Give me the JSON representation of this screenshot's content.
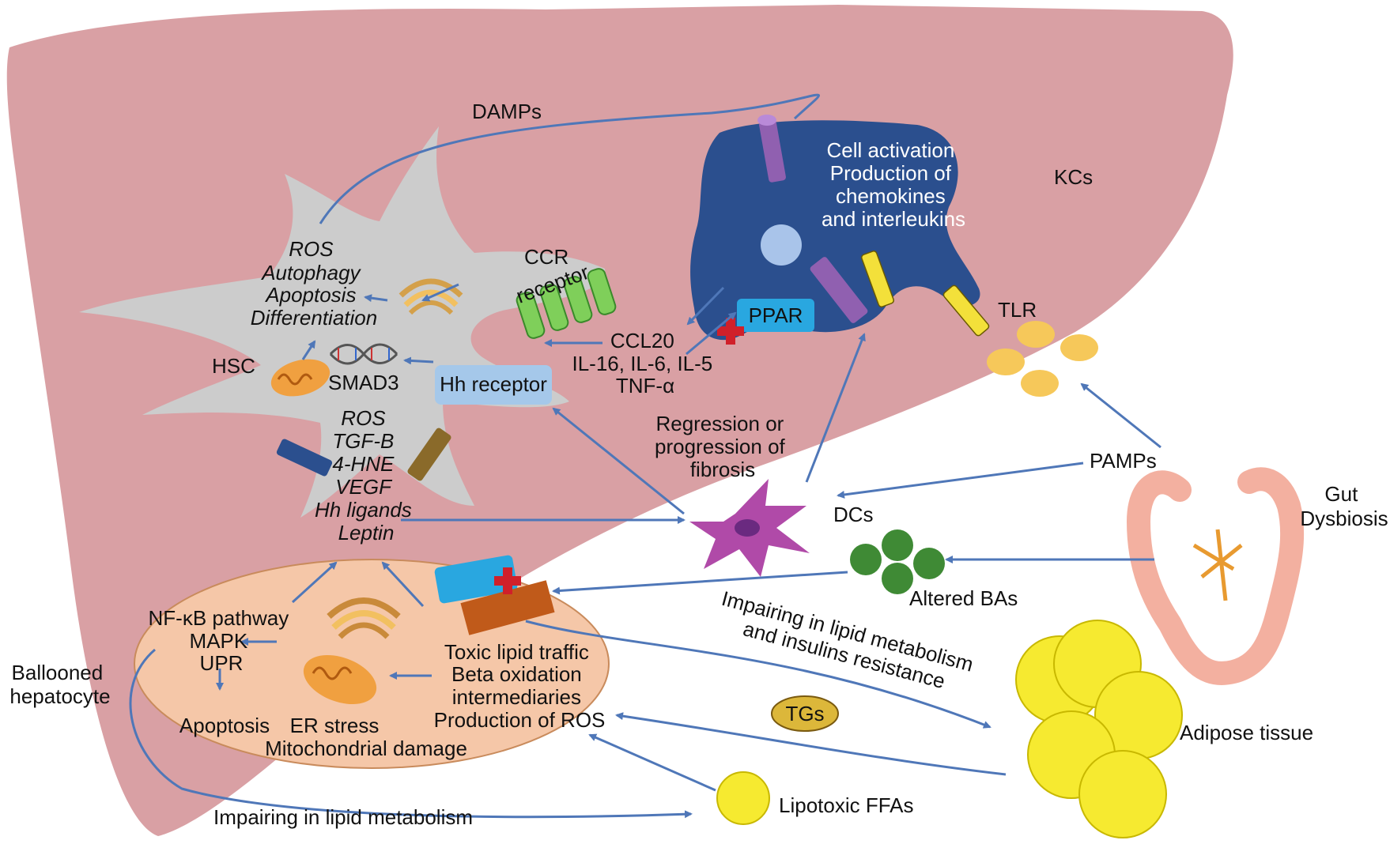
{
  "labels": {
    "damps": "DAMPs",
    "kc_text": [
      "Cell activation",
      "Production of",
      "chemokines",
      "and interleukins"
    ],
    "kcs": "KCs",
    "hsc_effects": [
      "ROS",
      "Autophagy",
      "Apoptosis",
      "Differentiation"
    ],
    "ccr_receptor": [
      "CCR",
      "receptor"
    ],
    "hsc": "HSC",
    "smad3": "SMAD3",
    "hh_receptor": "Hh receptor",
    "ppar": "PPAR",
    "tlr": "TLR",
    "cytokines": [
      "CCL20",
      "IL-16, IL-6, IL-5",
      "TNF-α"
    ],
    "fibrosis": [
      "Regression or",
      "progression of",
      "fibrosis"
    ],
    "mediators": [
      "ROS",
      "TGF-B",
      "4-HNE",
      "VEGF",
      "Hh ligands",
      "Leptin"
    ],
    "dcs": "DCs",
    "pamps": "PAMPs",
    "gut": [
      "Gut",
      "Dysbiosis"
    ],
    "altered_bas": "Altered BAs",
    "hepatocyte_pathways": [
      "NF-κB pathway",
      "MAPK",
      "UPR"
    ],
    "apoptosis": "Apoptosis",
    "er_stress": "ER stress",
    "mito_damage": "Mitochondrial damage",
    "toxic": [
      "Toxic lipid traffic",
      "Beta oxidation",
      "intermediaries",
      "Production of ROS"
    ],
    "ballooned": [
      "Ballooned",
      "hepatocyte"
    ],
    "impair_insulin": [
      "Impairing in lipid metabolism",
      "and insulins resistance"
    ],
    "tgs": "TGs",
    "adipose": "Adipose tissue",
    "lipotoxic": "Lipotoxic FFAs",
    "impair_lipid": "Impairing in lipid metabolism"
  },
  "icons": [
    "golgi-icon",
    "mitochondria-icon",
    "dna-helix-icon",
    "receptor-icon",
    "droplet-icon"
  ],
  "colors": {
    "liver": "#d9a0a4",
    "kupffer_cell": "#2b4f8e",
    "stellate_cell": "#cccccc",
    "hepatocyte": "#f5c7a8",
    "dendritic_cell": "#b04aa8",
    "bile_acid": "#3f8a35",
    "lipid": "#f3e03a",
    "arrow": "#4f77b8"
  }
}
